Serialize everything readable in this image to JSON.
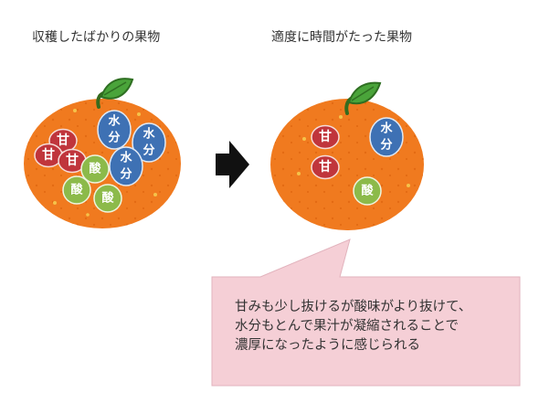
{
  "labels": {
    "before": "収穫したばかりの果物",
    "after": "適度に時間がたった果物"
  },
  "badges": {
    "sweet": "甘",
    "acid": "酸",
    "water_top": "水",
    "water_bottom": "分"
  },
  "note": {
    "lines": [
      "甘みも少し抜けるが酸味がより抜けて、",
      "水分もとんで果汁が凝縮されることで",
      "濃厚になったように感じられる"
    ]
  },
  "colors": {
    "orange": "#f07a1f",
    "sweet": "#c0353c",
    "acid": "#8cba4a",
    "water": "#3e71b4",
    "note_bg": "#f5cfd6"
  }
}
